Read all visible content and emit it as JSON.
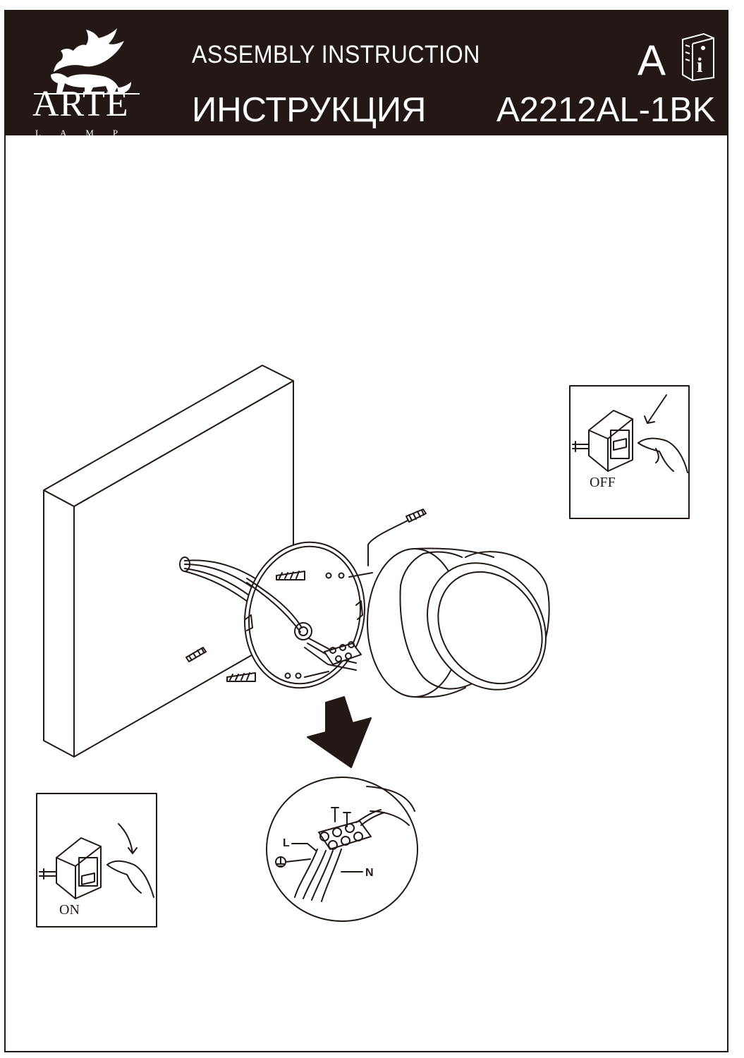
{
  "brand": {
    "name": "ARTE",
    "sub": "LAMP"
  },
  "header": {
    "title_en": "ASSEMBLY INSTRUCTION",
    "title_ru": "ИНСТРУКЦИЯ",
    "section_letter": "A",
    "model": "A2212AL-1BK"
  },
  "panels": {
    "off_label": "OFF",
    "on_label": "ON"
  },
  "wiring": {
    "live": "L",
    "neutral": "N"
  },
  "colors": {
    "header_bg": "#231815",
    "line": "#231815"
  }
}
